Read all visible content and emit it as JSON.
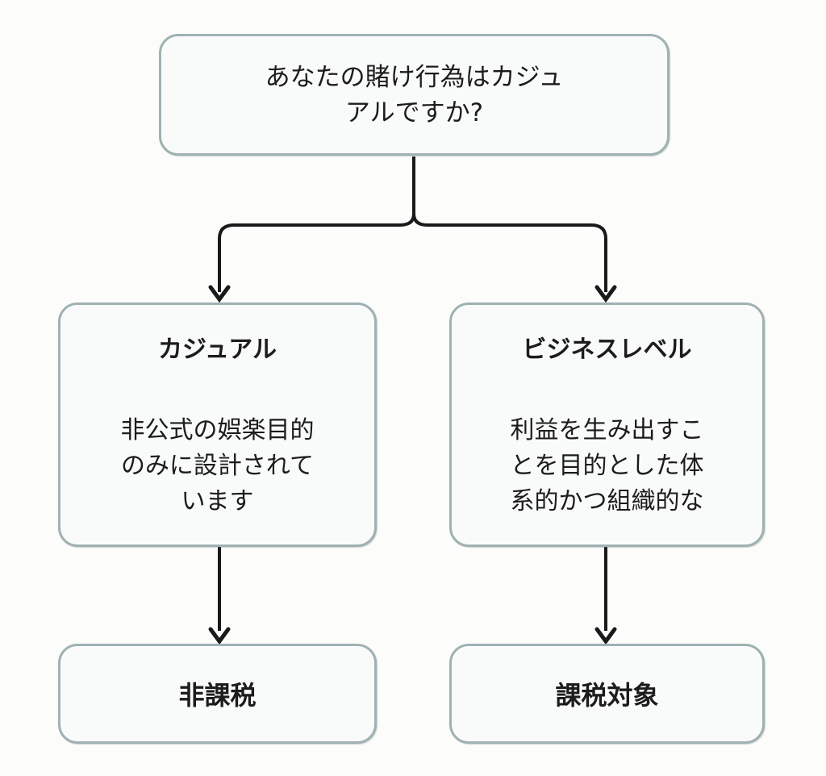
{
  "diagram": {
    "root": {
      "text": "あなたの賭け行為はカジュアルですか?"
    },
    "branches": [
      {
        "title": "カジュアル",
        "description": "非公式の娯楽目的のみに設計されています",
        "outcome": "非課税"
      },
      {
        "title": "ビジネスレベル",
        "description": "利益を生み出すことを目的とした体系的かつ組織的な",
        "outcome": "課税対象"
      }
    ],
    "colors": {
      "box_border": "#9fb1b3",
      "box_fill": "#f9fbfa",
      "arrow": "#1a1a1a",
      "background": "#fcfcfa",
      "text": "#1c1c1c"
    }
  }
}
